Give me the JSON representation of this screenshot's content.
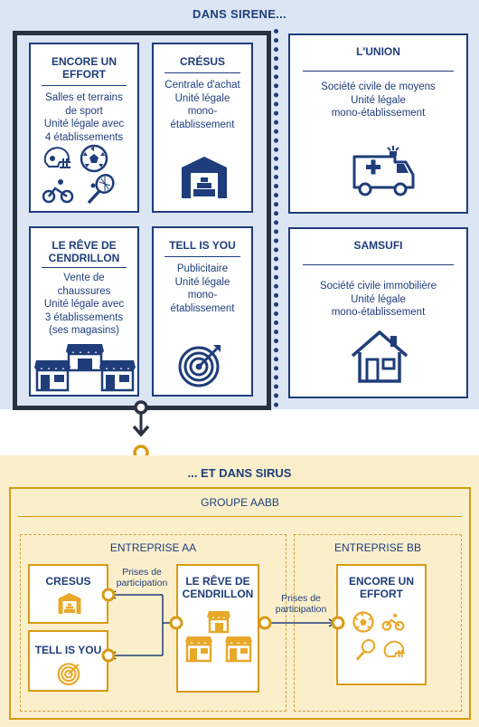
{
  "top": {
    "title": "DANS SIRENE..."
  },
  "cards": {
    "encore": {
      "title_l1": "ENCORE UN",
      "title_l2": "EFFORT",
      "body_l1": "Salles et terrains",
      "body_l2": "de sport",
      "body_l3": "Unité légale avec",
      "body_l4": "4 établissements"
    },
    "cresus": {
      "title": "CRÉSUS",
      "body_l1": "Centrale d'achat",
      "body_l2": "Unité légale",
      "body_l3": "mono-",
      "body_l4": "établissement"
    },
    "reve": {
      "title_l1": "LE RÊVE DE",
      "title_l2": "CENDRILLON",
      "body_l1": "Vente de",
      "body_l2": "chaussures",
      "body_l3": "Unité légale avec",
      "body_l4": "3 établissements",
      "body_l5": "(ses magasins)"
    },
    "tell": {
      "title": "TELL IS YOU",
      "body_l1": "Publicitaire",
      "body_l2": "Unité légale",
      "body_l3": "mono-",
      "body_l4": "établissement"
    },
    "union": {
      "title": "L'UNION",
      "body_l1": "Société civile de moyens",
      "body_l2": "Unité légale",
      "body_l3": "mono-établissement"
    },
    "samsufi": {
      "title": "SAMSUFI",
      "body_l1": "Société civile immobilière",
      "body_l2": "Unité légale",
      "body_l3": "mono-établissement"
    }
  },
  "bottom": {
    "title": "... ET DANS SIRUS",
    "groupe": "GROUPE AABB",
    "entreprise_aa": "ENTREPRISE AA",
    "entreprise_bb": "ENTREPRISE BB",
    "cresus": "CRESUS",
    "tell": "TELL IS YOU",
    "reve_l1": "LE RÊVE DE",
    "reve_l2": "CENDRILLON",
    "encore_l1": "ENCORE UN",
    "encore_l2": "EFFORT",
    "prises_aa_l1": "Prises de",
    "prises_aa_l2": "participation",
    "prises_bb_l1": "Prises de",
    "prises_bb_l2": "participation"
  },
  "colors": {
    "navy": "#1f3d7a",
    "gold": "#d89a14",
    "top_bg": "#dce5f4",
    "bottom_bg": "#fbefcb",
    "frame": "#2a3140"
  }
}
